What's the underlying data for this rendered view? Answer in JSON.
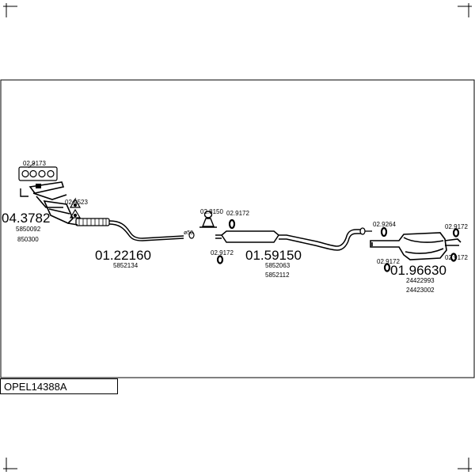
{
  "diagram": {
    "code": "OPEL14388A",
    "parts": {
      "manifold_main": "04.3782",
      "manifold_ref1": "5850092",
      "manifold_ref2": "850300",
      "front_pipe_main": "01.22160",
      "front_pipe_ref": "5852134",
      "centre_main": "01.59150",
      "centre_ref1": "5852063",
      "centre_ref2": "5852112",
      "rear_main": "01.96630",
      "rear_ref1": "24422993",
      "rear_ref2": "24423002"
    },
    "fittings": {
      "gasket_top": "02.9173",
      "nut_manifold": "02.9523",
      "clamp_50": "ø50",
      "bracket_centre": "02.8150",
      "ring_centre_top": "02.9172",
      "ring_centre_bottom": "02.9172",
      "ring_rear_left": "02.9264",
      "ring_rear_bottom": "02.9172",
      "ring_rear_top_right": "02.9172",
      "ring_rear_right": "02.9172"
    }
  }
}
